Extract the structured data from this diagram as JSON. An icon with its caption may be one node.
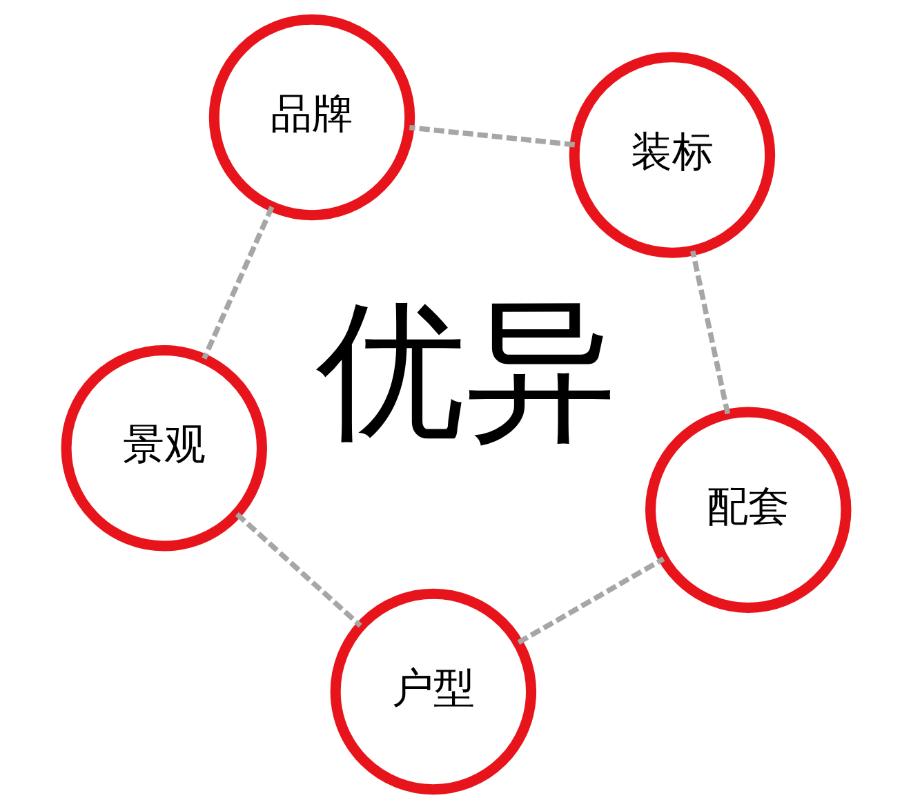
{
  "diagram": {
    "nodes": [
      {
        "text": [
          "配套"
        ]
      },
      {
        "text": [
          "户型"
        ]
      },
      {
        "text": [
          "装标"
        ]
      },
      {
        "text": [
          "景观"
        ]
      },
      {
        "text": [
          "品牌"
        ]
      }
    ],
    "edges": [
      {
        "from": 0,
        "to": 2,
        "arrow": "none",
        "style": "dashed"
      },
      {
        "from": 2,
        "to": 4,
        "arrow": "none",
        "style": "dashed"
      },
      {
        "from": 4,
        "to": 3,
        "arrow": "none",
        "style": "dashed"
      },
      {
        "from": 3,
        "to": 1,
        "arrow": "none",
        "style": "dashed"
      },
      {
        "from": 1,
        "to": 0,
        "arrow": "none",
        "style": "dashed"
      }
    ],
    "labels": [
      "优异"
    ]
  }
}
